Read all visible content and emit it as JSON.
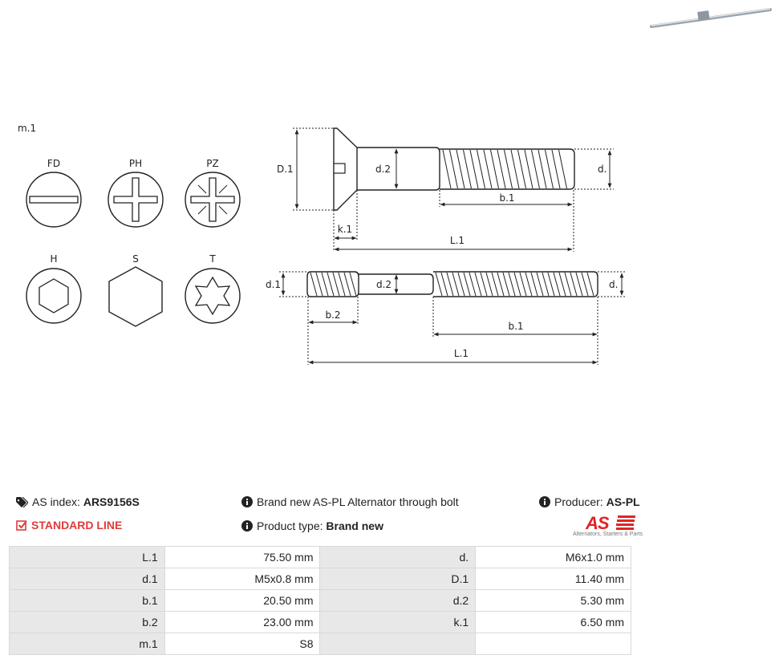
{
  "diagram": {
    "style_label": "m.1",
    "heads": [
      {
        "label": "FD",
        "icon": "flat-slot-icon"
      },
      {
        "label": "PH",
        "icon": "phillips-icon"
      },
      {
        "label": "PZ",
        "icon": "pozidriv-icon"
      },
      {
        "label": "H",
        "icon": "hex-socket-icon"
      },
      {
        "label": "S",
        "icon": "hex-head-icon"
      },
      {
        "label": "T",
        "icon": "torx-icon"
      }
    ],
    "bolt_top": {
      "D1": "D.1",
      "d2": "d.2",
      "d": "d.",
      "b1": "b.1",
      "k1": "k.1",
      "L1": "L.1"
    },
    "bolt_bottom": {
      "d1": "d.1",
      "d2": "d.2",
      "d": "d.",
      "b2": "b.2",
      "b1": "b.1",
      "L1": "L.1"
    }
  },
  "info": {
    "as_index_label": "AS index:",
    "as_index_value": "ARS9156S",
    "line_label": "STANDARD LINE",
    "description": "Brand new AS-PL Alternator through bolt",
    "product_type_label": "Product type:",
    "product_type_value": "Brand new",
    "producer_label": "Producer:",
    "producer_value": "AS-PL",
    "logo_mark": "AS",
    "logo_tagline": "Alternators, Starters & Parts",
    "accent_color": "#e03a3a"
  },
  "specs": [
    {
      "k1": "L.1",
      "v1": "75.50 mm",
      "k2": "d.",
      "v2": "M6x1.0 mm"
    },
    {
      "k1": "d.1",
      "v1": "M5x0.8 mm",
      "k2": "D.1",
      "v2": "11.40 mm"
    },
    {
      "k1": "b.1",
      "v1": "20.50 mm",
      "k2": "d.2",
      "v2": "5.30 mm"
    },
    {
      "k1": "b.2",
      "v1": "23.00 mm",
      "k2": "k.1",
      "v2": "6.50 mm"
    },
    {
      "k1": "m.1",
      "v1": "S8",
      "k2": "",
      "v2": ""
    }
  ]
}
